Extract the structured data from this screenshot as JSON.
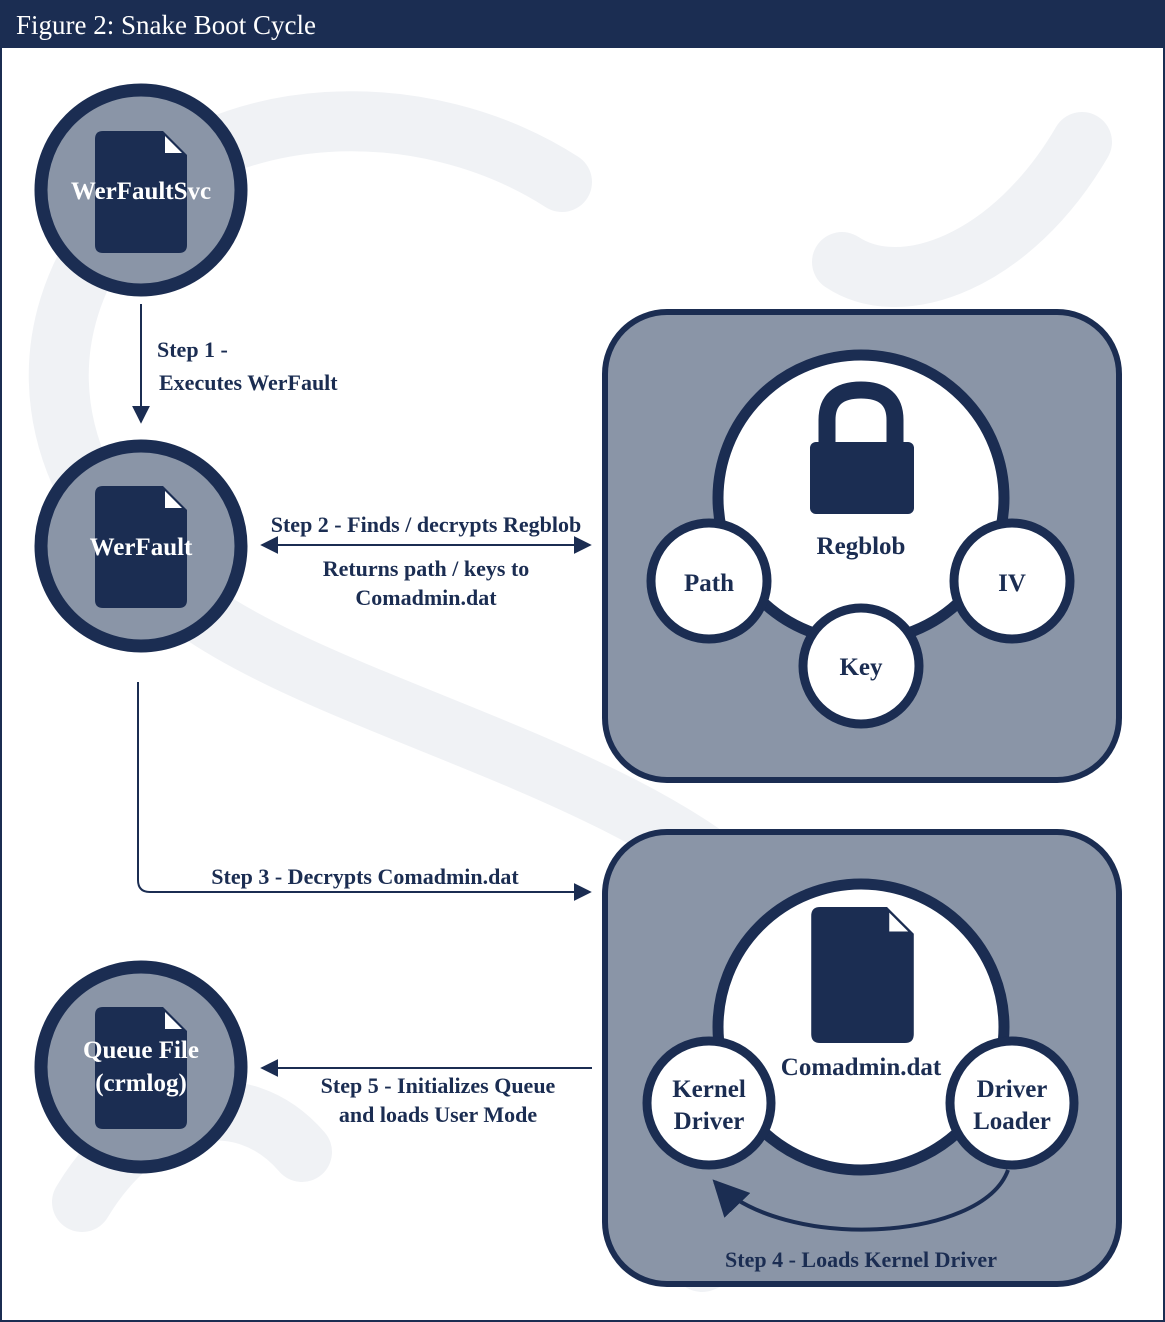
{
  "title": "Figure 2: Snake Boot Cycle",
  "colors": {
    "navy": "#1b2d52",
    "slate": "#8a95a7",
    "watermark": "#f0f2f5",
    "white": "#ffffff"
  },
  "nodes": {
    "werfaultsvc": {
      "label": "WerFaultSvc",
      "icon": "file-icon"
    },
    "werfault": {
      "label": "WerFault",
      "icon": "file-icon"
    },
    "queue_file": {
      "label_line1": "Queue File",
      "label_line2": "(crmlog)",
      "icon": "file-icon"
    }
  },
  "regblob": {
    "label": "Regblob",
    "icon": "lock-icon",
    "parts": {
      "path": "Path",
      "iv": "IV",
      "key": "Key"
    }
  },
  "comadmin": {
    "label": "Comadmin.dat",
    "icon": "file-icon",
    "parts": {
      "kernel_line1": "Kernel",
      "kernel_line2": "Driver",
      "loader_line1": "Driver",
      "loader_line2": "Loader"
    }
  },
  "steps": {
    "step1_line1": "Step 1 -",
    "step1_line2": "Executes WerFault",
    "step2": "Step 2 - Finds / decrypts Regblob",
    "step2_return_line1": "Returns path / keys to",
    "step2_return_line2": "Comadmin.dat",
    "step3": "Step 3 - Decrypts Comadmin.dat",
    "step4": "Step 4 - Loads Kernel Driver",
    "step5_line1": "Step 5 - Initializes Queue",
    "step5_line2": "and loads User Mode"
  }
}
